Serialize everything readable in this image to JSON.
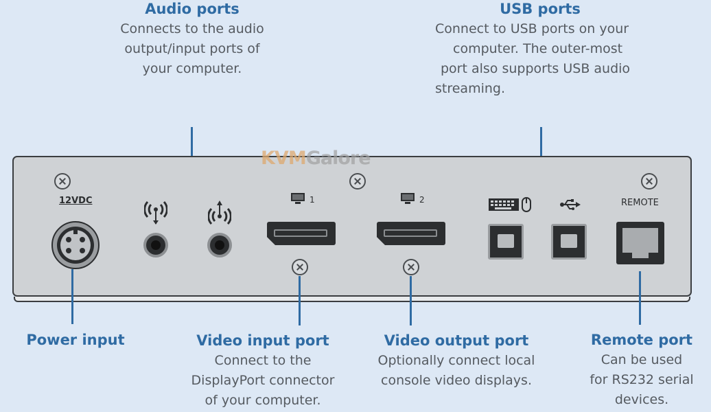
{
  "callouts": {
    "audio": {
      "title": "Audio ports",
      "lines": [
        "Connects to the audio",
        "output/input ports of",
        "your computer."
      ]
    },
    "usb": {
      "title": "USB ports",
      "lines": [
        "Connect to USB ports on your",
        "computer. The outer-most",
        "port also supports USB audio",
        "streaming."
      ]
    },
    "power": {
      "title": "Power input"
    },
    "video_input": {
      "title": "Video input port",
      "lines": [
        "Connect to the",
        "DisplayPort connector",
        "of your computer."
      ]
    },
    "video_output": {
      "title": "Video output port",
      "lines": [
        "Optionally connect local",
        "console video displays."
      ]
    },
    "remote": {
      "title": "Remote port",
      "lines": [
        "Can be used",
        "for RS232 serial",
        "devices."
      ]
    }
  },
  "panel": {
    "power_label": "12VDC",
    "video_port_1_number": "1",
    "video_port_2_number": "2",
    "remote_label": "REMOTE",
    "watermark": {
      "part1": "KVM",
      "part2": "Galore"
    }
  },
  "colors": {
    "accent": "#2f6ba3",
    "background": "#dde8f5",
    "panel": "#cfd2d5",
    "text": "#555a60"
  },
  "icons": [
    "screw-icon",
    "power-connector-icon",
    "audio-out-icon",
    "audio-in-icon",
    "monitor-icon",
    "keyboard-icon",
    "mouse-icon",
    "usb-icon"
  ]
}
